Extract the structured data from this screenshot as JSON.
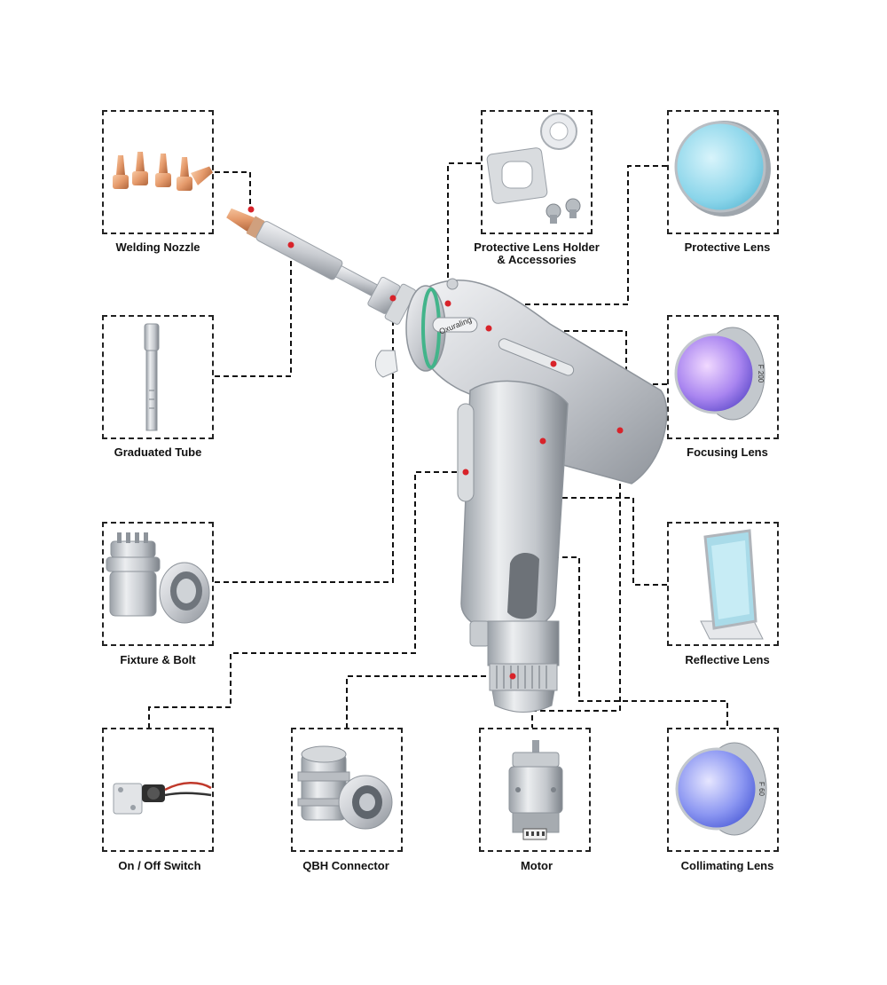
{
  "gun": {
    "brand": "Oxuraling"
  },
  "parts": [
    {
      "id": "welding-nozzle",
      "label": "Welding Nozzle"
    },
    {
      "id": "protective-lens-holder",
      "label": "Protective Lens Holder\n& Accessories"
    },
    {
      "id": "protective-lens",
      "label": "Protective Lens"
    },
    {
      "id": "graduated-tube",
      "label": "Graduated Tube"
    },
    {
      "id": "focusing-lens",
      "label": "Focusing Lens"
    },
    {
      "id": "fixture-bolt",
      "label": "Fixture & Bolt"
    },
    {
      "id": "reflective-lens",
      "label": "Reflective Lens"
    },
    {
      "id": "on-off-switch",
      "label": "On / Off Switch"
    },
    {
      "id": "qbh-connector",
      "label": "QBH Connector"
    },
    {
      "id": "motor",
      "label": "Motor"
    },
    {
      "id": "collimating-lens",
      "label": "Collimating Lens"
    }
  ],
  "lens_text": {
    "focusing": "F 200",
    "collimating": "F 60"
  }
}
